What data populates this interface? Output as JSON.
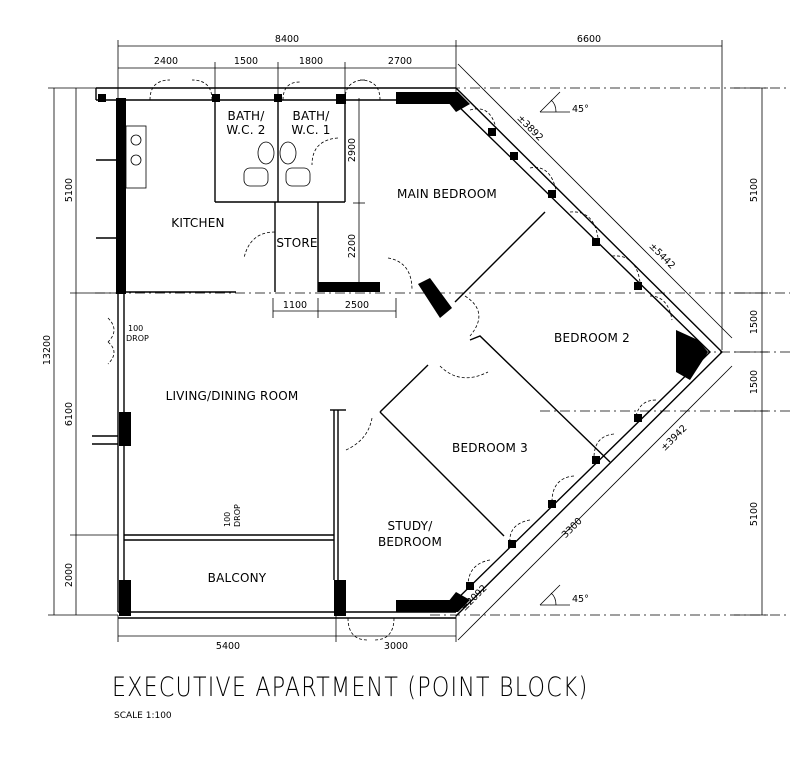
{
  "drawing": {
    "title": "EXECUTIVE APARTMENT (POINT BLOCK)",
    "scale": "SCALE 1:100"
  },
  "rooms": {
    "bath2": [
      "BATH/",
      "W.C. 2"
    ],
    "bath1": [
      "BATH/",
      "W.C. 1"
    ],
    "kitchen": "KITCHEN",
    "store": "STORE",
    "main_bedroom": "MAIN BEDROOM",
    "bedroom2": "BEDROOM 2",
    "living": "LIVING/DINING ROOM",
    "bedroom3": "BEDROOM 3",
    "study": [
      "STUDY/",
      "BEDROOM"
    ],
    "balcony": "BALCONY"
  },
  "annotations": {
    "drop_left": [
      "100",
      "DROP"
    ],
    "drop_balcony": [
      "100",
      "DROP"
    ],
    "angle_top": "45°",
    "angle_bottom": "45°"
  },
  "dimensions": {
    "top_overall": [
      "8400",
      "6600"
    ],
    "top_segments": [
      "2400",
      "1500",
      "1800",
      "2700"
    ],
    "left_overall": "13200",
    "left_segments": [
      "5100",
      "6100",
      "2000"
    ],
    "right_segments": [
      "5100",
      "1500",
      "1500",
      "5100"
    ],
    "interior_bath": "2900",
    "interior_store": "2200",
    "store_width": [
      "1100",
      "2500"
    ],
    "bottom_segments": [
      "5400",
      "3000"
    ],
    "diagonal": [
      "±3892",
      "±5442",
      "±3942",
      "3300",
      "±2092"
    ]
  }
}
